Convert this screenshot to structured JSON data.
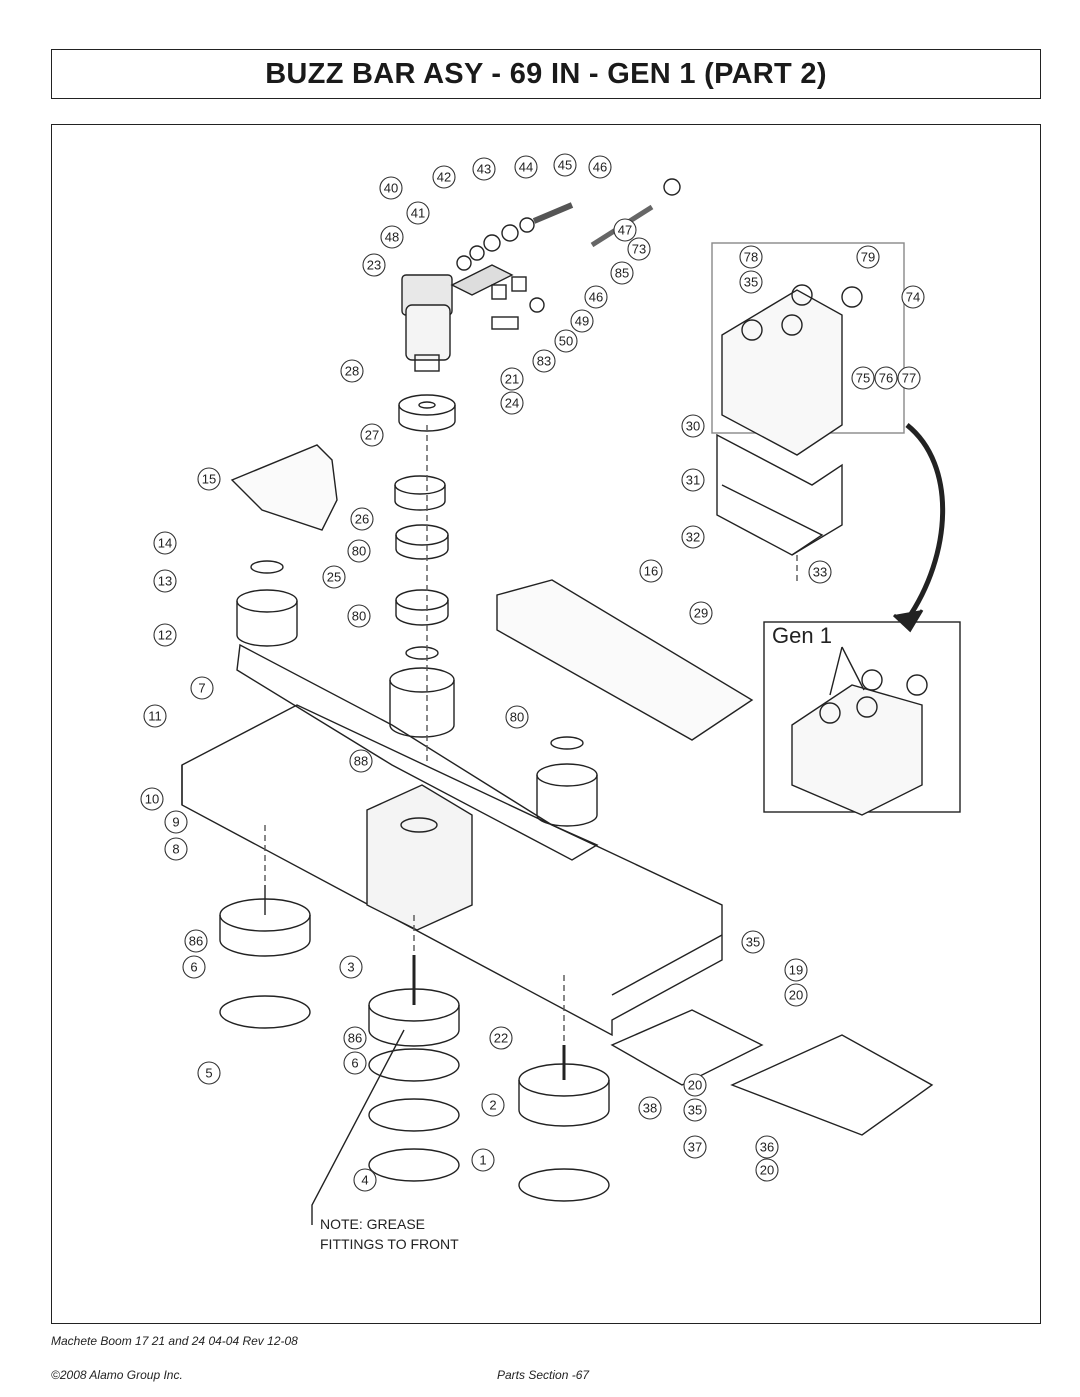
{
  "title": "BUZZ BAR ASY - 69 IN - GEN 1 (PART 2)",
  "inset_label": "Gen 1",
  "note": {
    "line1": "NOTE: GREASE",
    "line2": "FITTINGS TO FRONT"
  },
  "footer": {
    "doc_ref": "Machete Boom 17 21 and 24 04-04 Rev 12-08",
    "copyright": "©2008 Alamo Group Inc.",
    "page": "Parts Section -67"
  },
  "callouts": [
    "40",
    "41",
    "42",
    "43",
    "44",
    "45",
    "46",
    "47",
    "48",
    "23",
    "73",
    "85",
    "46",
    "49",
    "50",
    "83",
    "28",
    "21",
    "24",
    "27",
    "15",
    "26",
    "14",
    "80",
    "13",
    "25",
    "80",
    "12",
    "7",
    "11",
    "80",
    "88",
    "10",
    "9",
    "8",
    "86",
    "6",
    "3",
    "5",
    "86",
    "6",
    "22",
    "2",
    "4",
    "1",
    "16",
    "29",
    "78",
    "35",
    "79",
    "74",
    "75",
    "76",
    "77",
    "30",
    "31",
    "32",
    "33",
    "35",
    "19",
    "20",
    "20",
    "35",
    "38",
    "37",
    "36",
    "20"
  ]
}
